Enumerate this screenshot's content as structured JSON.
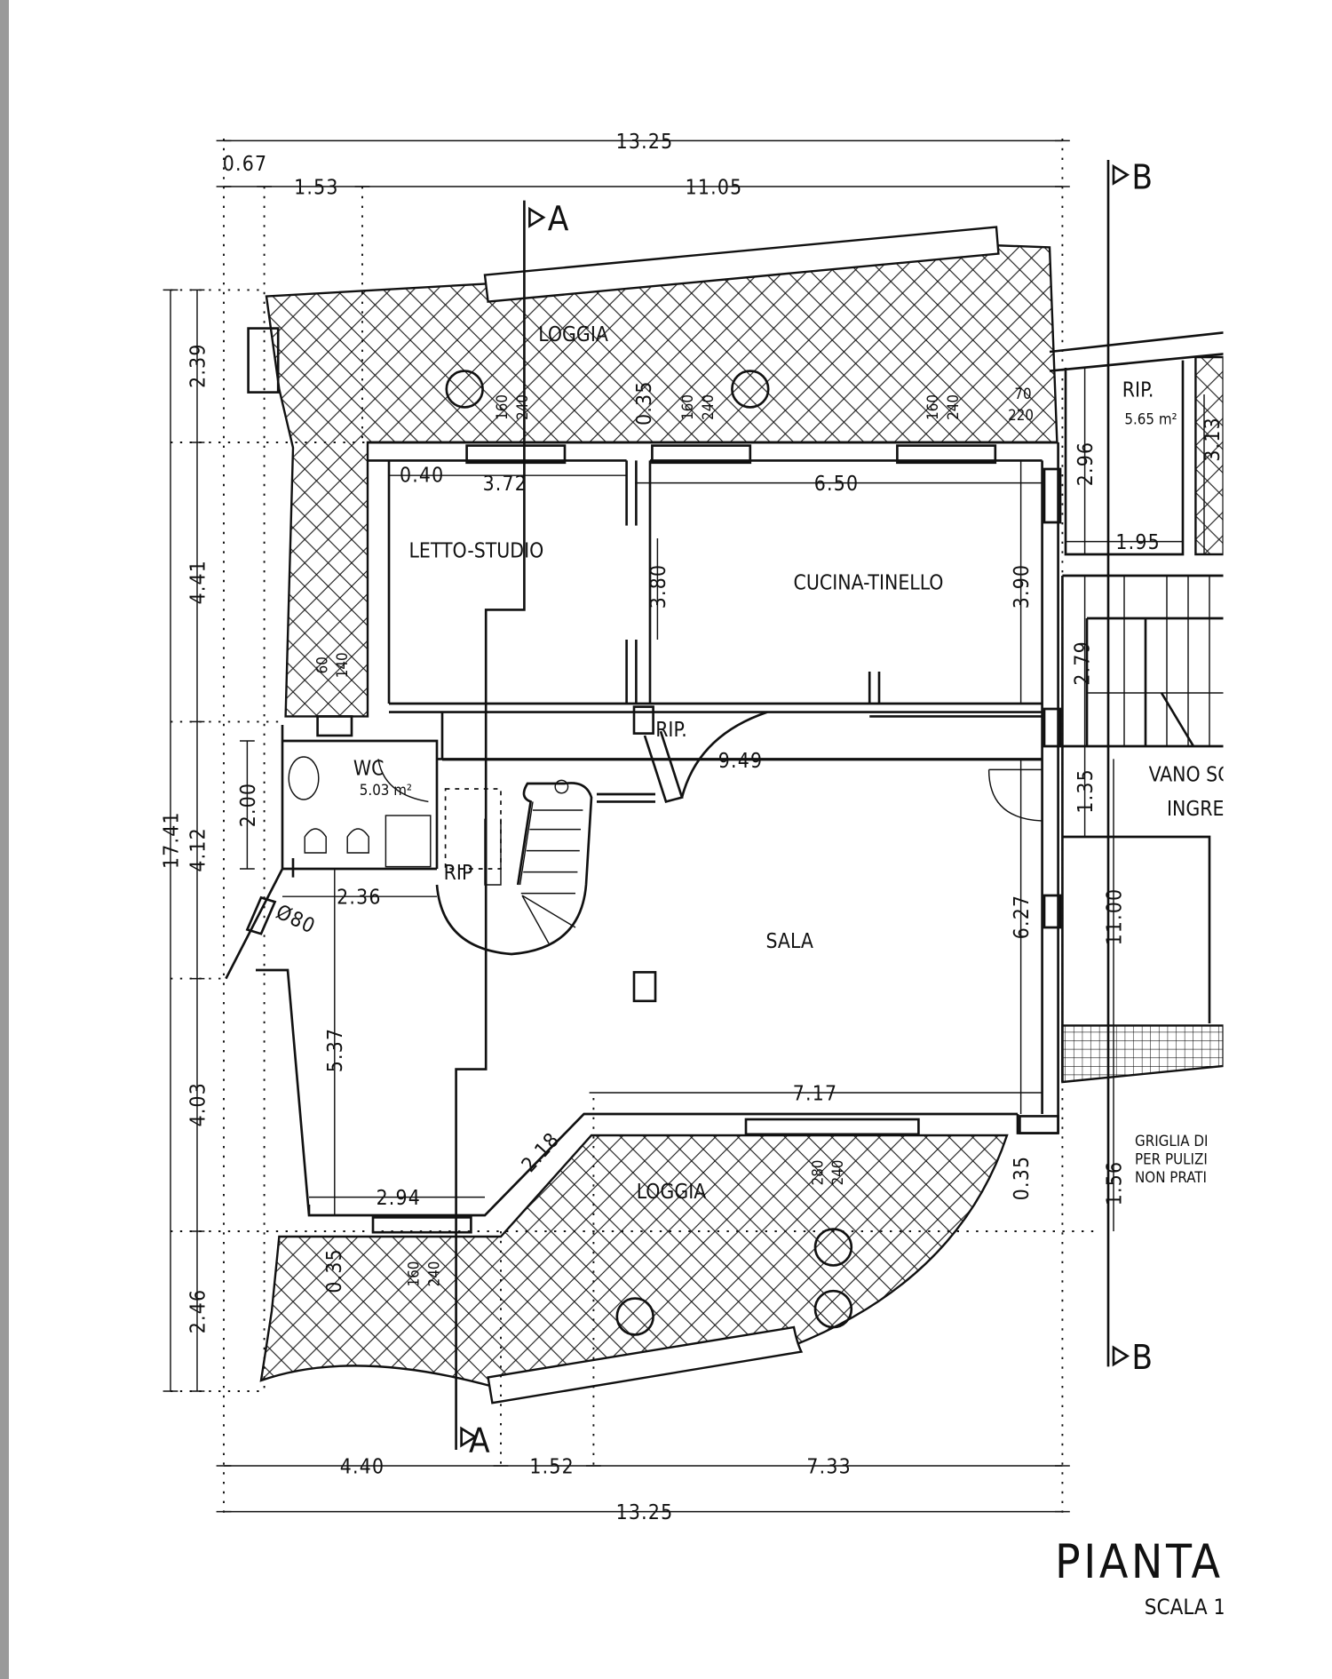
{
  "drawing": {
    "title": "PIANTA F",
    "scale": "SCALA 1",
    "section_a": "A",
    "section_b": "B",
    "rooms": {
      "loggia_top": "LOGGIA",
      "letto_studio": "LETTO-STUDIO",
      "cucina": "CUCINA-TINELLO",
      "sala": "SALA",
      "loggia_bottom": "LOGGIA",
      "wc": "WC",
      "wc_area": "5.03 m²",
      "rip_hall": "RIP.",
      "rip_wc": "RIP",
      "rip_right": "RIP.",
      "rip_right_area": "5.65 m²",
      "vano": "VANO SC",
      "ingresso": "INGRES",
      "griglia1": "GRIGLIA DI",
      "griglia2": "PER PULIZI",
      "griglia3": "NON PRATI"
    },
    "dimensions": {
      "top_total": "13.25",
      "top_a": "0.67",
      "top_b": "1.53",
      "top_c": "11.05",
      "bottom_a": "4.40",
      "bottom_b": "1.52",
      "bottom_c": "7.33",
      "bottom_total": "13.25",
      "left_total": "17.41",
      "left_a": "2.39",
      "left_b": "4.41",
      "left_c": "4.12",
      "left_d": "4.03",
      "left_e": "2.46",
      "left_wc": "2.00",
      "d040": "0.40",
      "d372": "3.72",
      "d650": "6.50",
      "d380": "3.80",
      "d390": "3.90",
      "d949": "9.49",
      "d627": "6.27",
      "d236": "2.36",
      "d537": "5.37",
      "d717": "7.17",
      "d294": "2.94",
      "d218": "2.18",
      "d035a": "0.35",
      "d035b": "0.35",
      "d035c": "0.35",
      "d296": "2.96",
      "d195": "1.95",
      "d313": "3.13",
      "d279": "2.79",
      "d135": "1.35",
      "d1100": "11.00",
      "d156": "1.56",
      "diam": "Ø80"
    },
    "windows": {
      "w1a": "160",
      "w1b": "240",
      "w2a": "160",
      "w2b": "240",
      "w3a": "160",
      "w3b": "240",
      "w4a": "70",
      "w4b": "220",
      "w5a": "60",
      "w5b": "140",
      "w6a": "280",
      "w6b": "240",
      "w7a": "160",
      "w7b": "240"
    }
  }
}
